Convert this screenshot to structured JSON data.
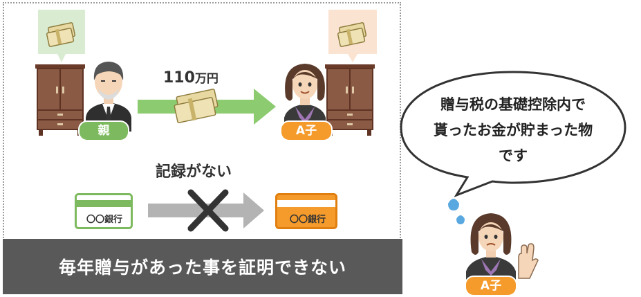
{
  "transfer": {
    "amount_number": "110",
    "amount_unit": "万円",
    "from_label": "親",
    "to_label": "A子"
  },
  "bank": {
    "no_record_label": "記録がない",
    "card_label_left": "〇〇銀行",
    "card_label_right": "〇〇銀行"
  },
  "banner": {
    "text": "毎年贈与があった事を証明できない"
  },
  "speech": {
    "line1": "贈与税の基礎控除内で",
    "line2": "貰ったお金が貯まった物",
    "line3": "です",
    "speaker_label": "A子"
  },
  "colors": {
    "green": "#7dba5f",
    "orange": "#f59b2c",
    "banner": "#595959",
    "arrow_gray": "#b3b3b3",
    "cross": "#333333"
  }
}
